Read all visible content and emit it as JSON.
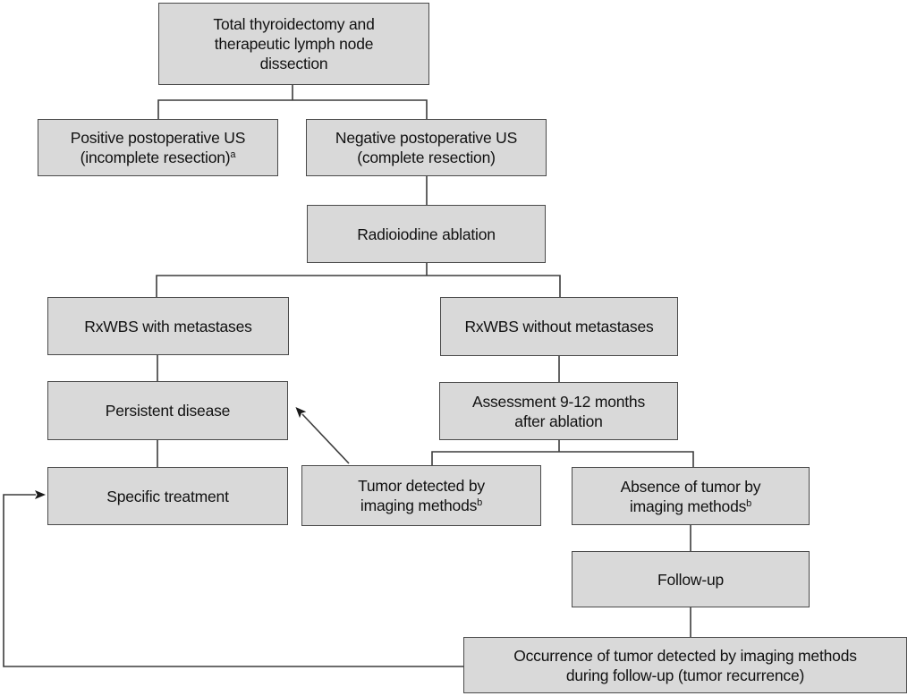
{
  "figure": {
    "type": "flowchart",
    "background": "#ffffff",
    "box_fill": "#d9d9d9",
    "box_border": "#4a4a4a",
    "line_color": "#3c3c3c",
    "text_color": "#111111"
  },
  "nodes": {
    "total": {
      "lines": [
        "Total thyroidectomy and",
        "therapeutic lymph node",
        "dissection"
      ]
    },
    "positive": {
      "lines": [
        "Positive postoperative US",
        "(incomplete resection)"
      ],
      "sup": "a"
    },
    "negative": {
      "lines": [
        "Negative postoperative US",
        "(complete resection)"
      ]
    },
    "radioiodine": {
      "lines": [
        "Radioiodine ablation"
      ]
    },
    "rxwbs_with": {
      "lines": [
        "RxWBS with metastases"
      ]
    },
    "rxwbs_without": {
      "lines": [
        "RxWBS without metastases"
      ]
    },
    "persistent": {
      "lines": [
        "Persistent disease"
      ]
    },
    "assessment": {
      "lines": [
        "Assessment 9-12 months",
        "after ablation"
      ]
    },
    "specific": {
      "lines": [
        "Specific treatment"
      ]
    },
    "tumor_detected": {
      "lines": [
        "Tumor detected by",
        "imaging methods"
      ],
      "sup": "b"
    },
    "absence": {
      "lines": [
        "Absence of tumor by",
        "imaging methods"
      ],
      "sup": "b"
    },
    "followup": {
      "lines": [
        "Follow-up"
      ]
    },
    "occurrence": {
      "lines": [
        "Occurrence of tumor detected by imaging methods",
        "during follow-up (tumor recurrence)"
      ]
    }
  }
}
